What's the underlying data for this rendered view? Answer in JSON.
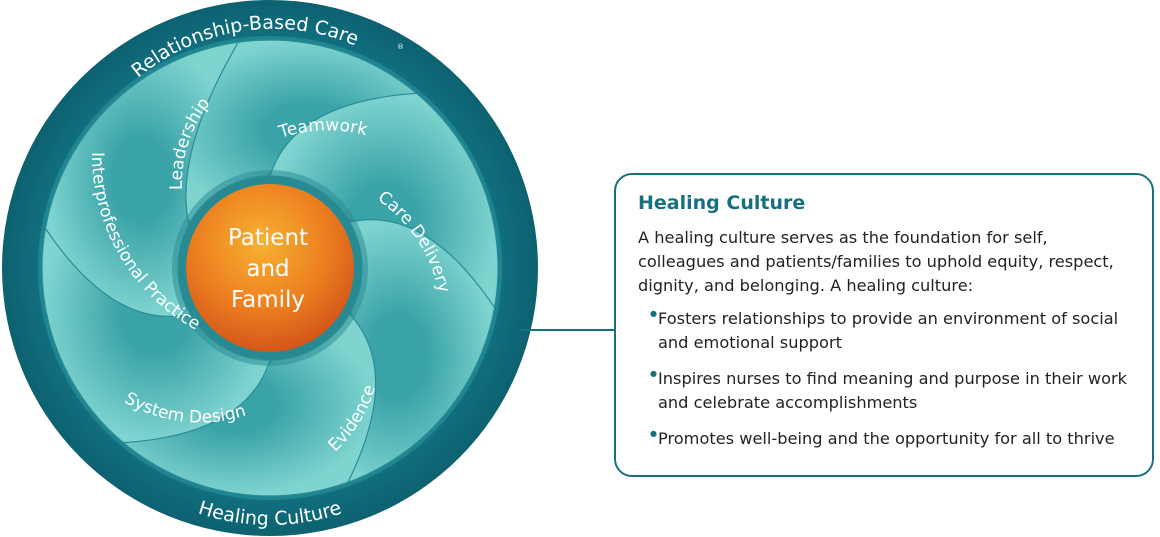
{
  "diagram": {
    "outer_label_top": "Relationship-Based Care",
    "registered_mark": "®",
    "outer_label_bottom": "Healing Culture",
    "center_label_lines": [
      "Patient",
      "and",
      "Family"
    ],
    "segments": [
      "Leadership",
      "Teamwork",
      "Care Delivery",
      "Evidence",
      "System Design",
      "Interprofessional Practice"
    ],
    "colors": {
      "outer_ring": "#10707f",
      "swirl": "#6ccac6",
      "swirl_shadow": "#2d8f97",
      "center": "#ea7a1e",
      "accent": "#17707f"
    }
  },
  "card": {
    "title": "Healing Culture",
    "intro": "A healing culture serves as the foundation for self, colleagues and patients/families to uphold equity, respect, dignity, and belonging. A healing culture:",
    "bullets": [
      "Fosters relationships to provide an environment of social and emotional support",
      "Inspires nurses to find meaning and purpose in their work and celebrate accomplishments",
      "Promotes well-being and the opportunity for all to thrive"
    ],
    "bullet_icon": "dot-icon"
  }
}
